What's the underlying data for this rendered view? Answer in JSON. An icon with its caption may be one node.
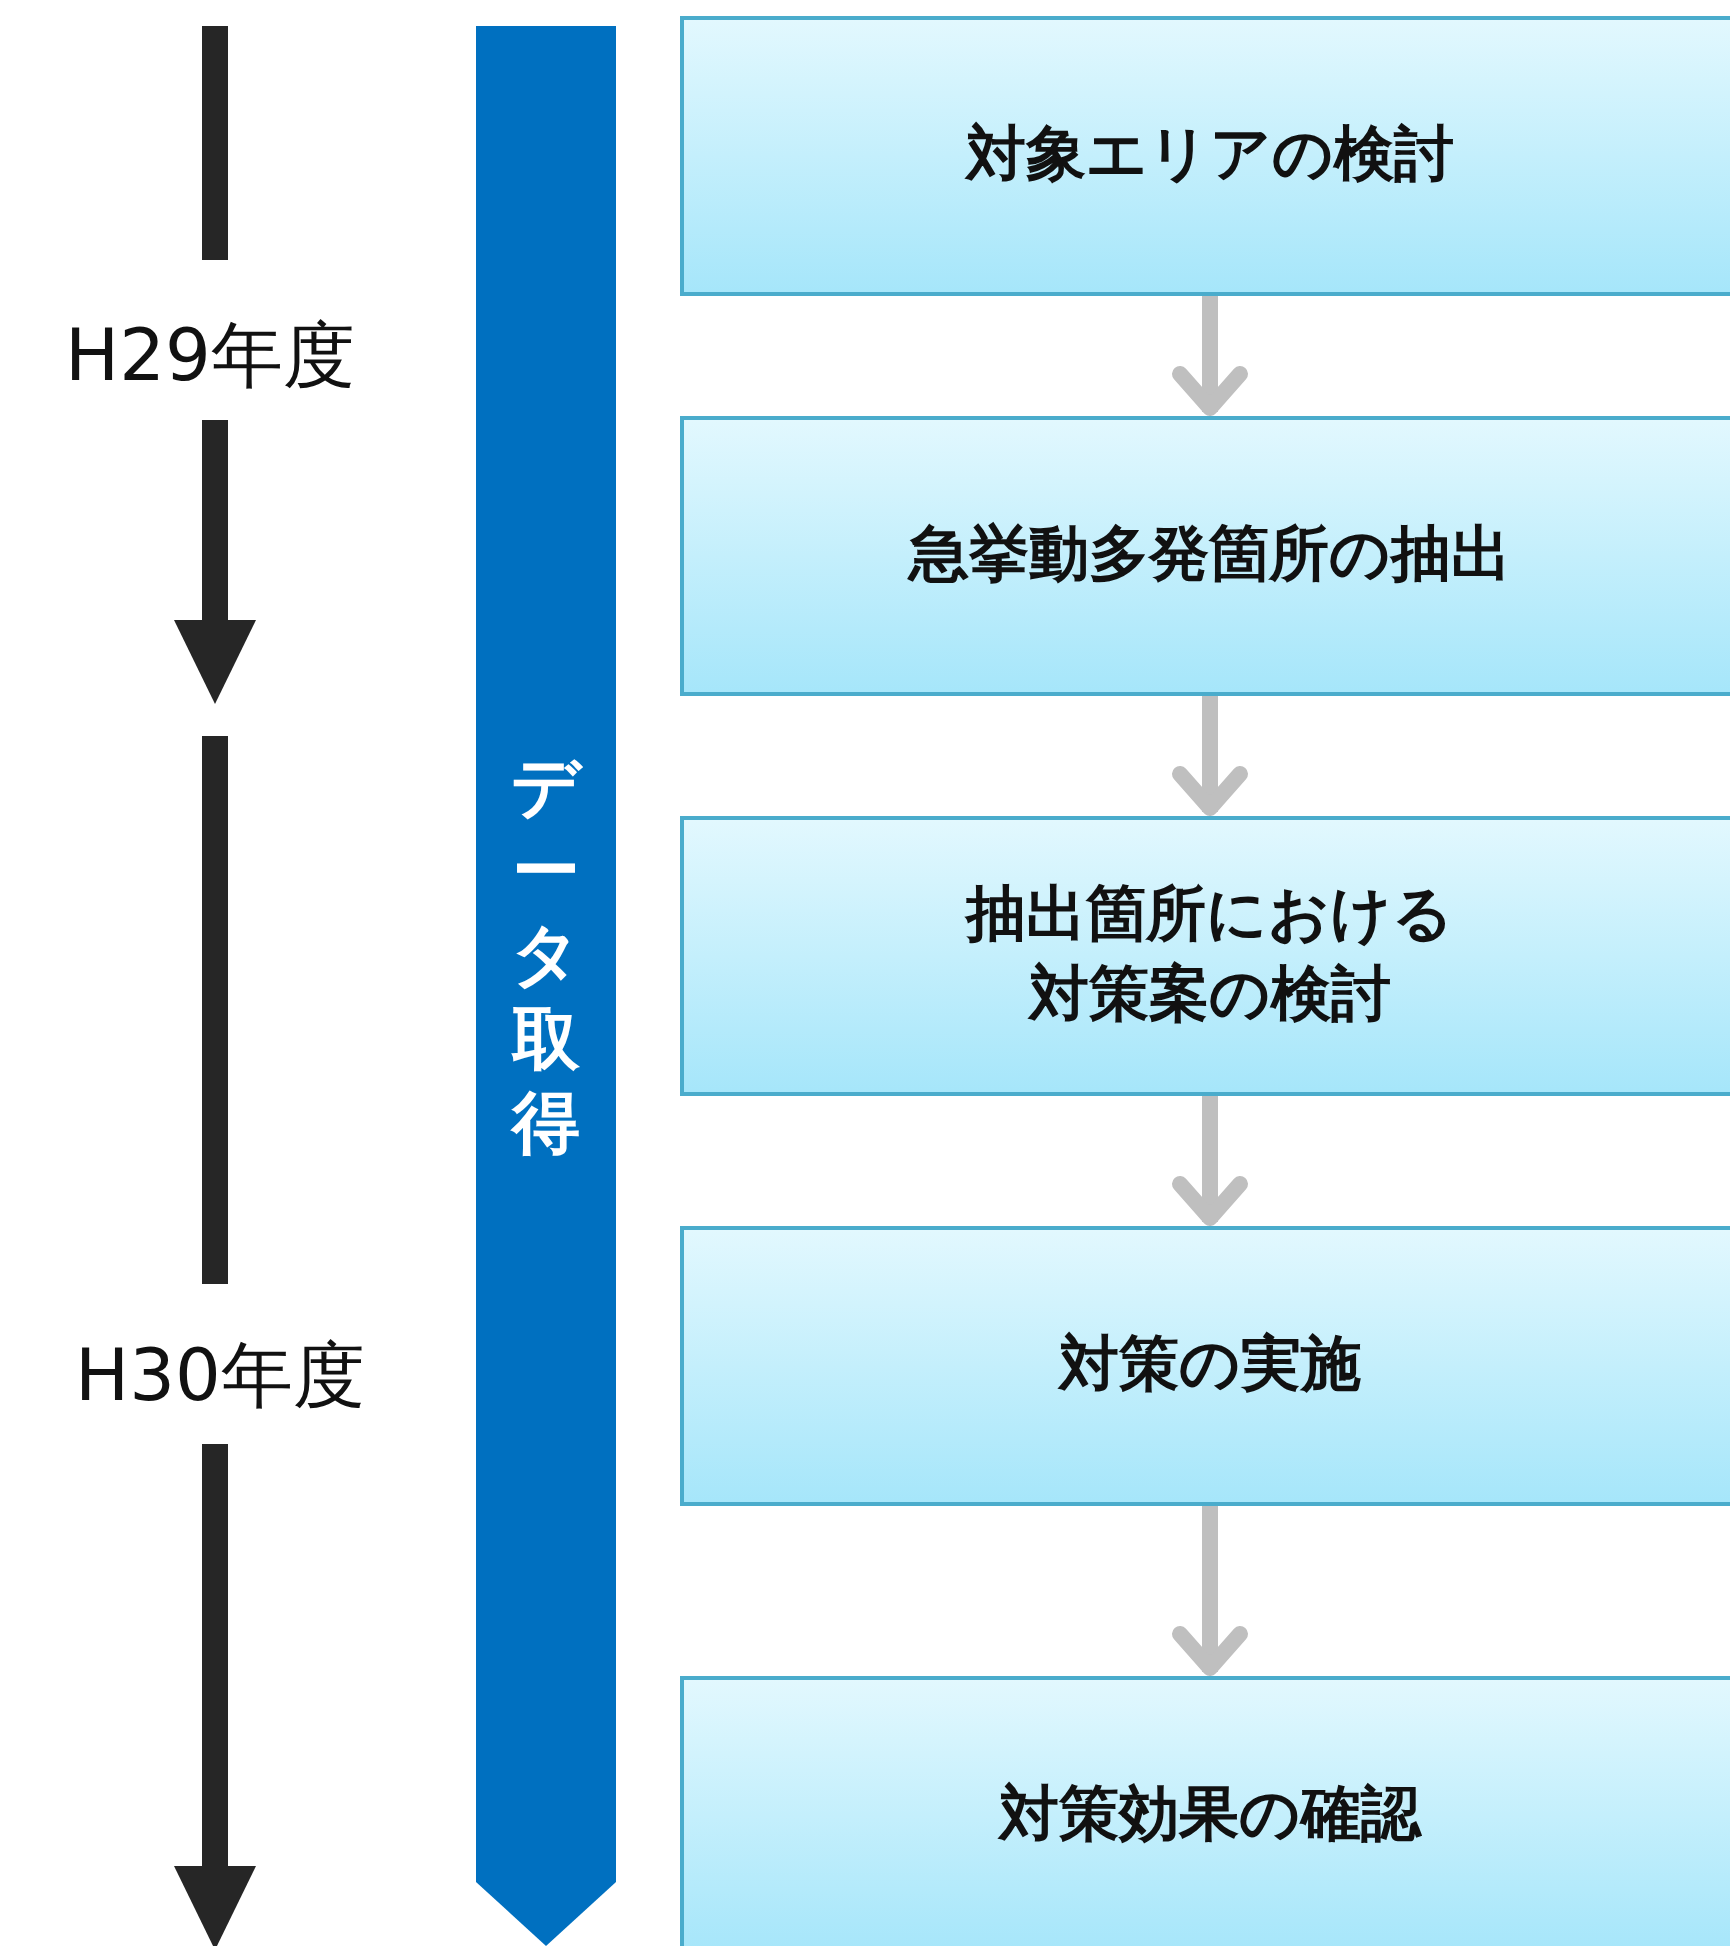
{
  "diagram": {
    "nodes": [
      {
        "text": [
          "対象エリアの検討"
        ]
      },
      {
        "text": [
          "急挙動多発箇所の抽出"
        ]
      },
      {
        "text": [
          "抽出箇所における対策案の検討"
        ]
      },
      {
        "text": [
          "対策の実施"
        ]
      },
      {
        "text": [
          "対策効果の確認"
        ]
      },
      {
        "text": [
          "データ取得"
        ]
      }
    ],
    "edges": [
      {
        "from": 0,
        "to": 1,
        "arrow": "to"
      },
      {
        "from": 1,
        "to": 2,
        "arrow": "to"
      },
      {
        "from": 2,
        "to": 3,
        "arrow": "to"
      },
      {
        "from": 3,
        "to": 4,
        "arrow": "to"
      }
    ],
    "labels": [
      "H29年度",
      "H30年度"
    ]
  }
}
